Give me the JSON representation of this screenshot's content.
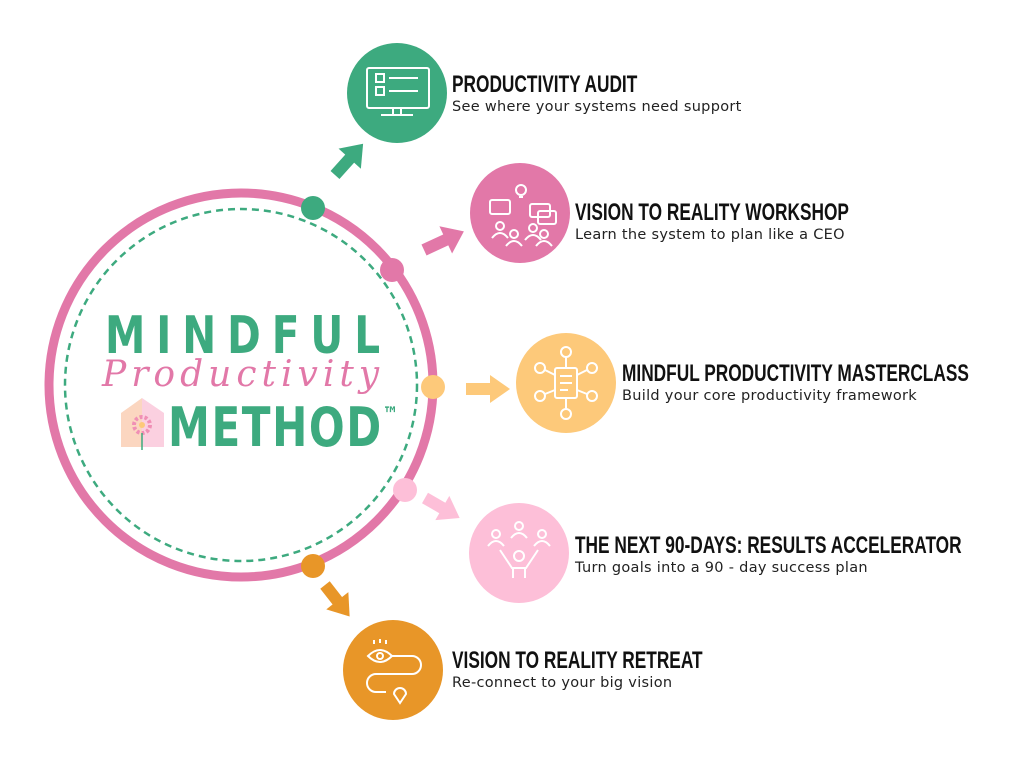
{
  "logo": {
    "line1": "MINDFUL",
    "line2": "Productivity",
    "line3": "METHOD",
    "trademark": "™"
  },
  "colors": {
    "green": "#3daa7f",
    "pink": "#e278a8",
    "yellow": "#fdc97a",
    "light_pink": "#fdbfd8",
    "orange": "#e89628"
  },
  "steps": [
    {
      "title": "PRODUCTIVITY AUDIT",
      "subtitle": "See where your systems need support",
      "icon": "computer-checklist-icon",
      "color": "#3daa7f"
    },
    {
      "title": "VISION TO REALITY WORKSHOP",
      "subtitle": "Learn the system to plan like a CEO",
      "icon": "group-ideas-icon",
      "color": "#e278a8"
    },
    {
      "title": "MINDFUL PRODUCTIVITY MASTERCLASS",
      "subtitle": "Build your core productivity framework",
      "icon": "framework-network-icon",
      "color": "#fdc97a"
    },
    {
      "title": "THE NEXT 90-DAYS: RESULTS ACCELERATOR",
      "subtitle": "Turn goals into a 90 - day success plan",
      "icon": "team-success-icon",
      "color": "#fdbfd8"
    },
    {
      "title": "VISION TO REALITY RETREAT",
      "subtitle": "Re-connect to your big vision",
      "icon": "vision-path-icon",
      "color": "#e89628"
    }
  ]
}
